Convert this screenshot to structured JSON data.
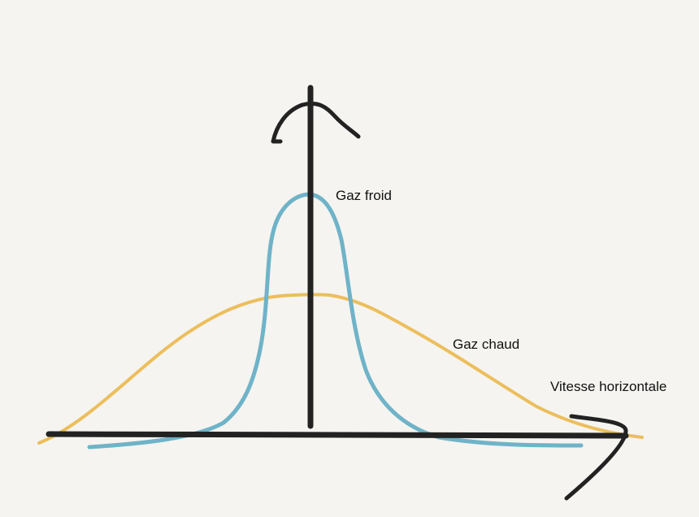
{
  "labels": {
    "cold_gas": "Gaz froid",
    "hot_gas": "Gaz chaud",
    "x_axis": "Vitesse horizontale"
  },
  "colors": {
    "background": "#f5f4f0",
    "axes": "#222222",
    "cold_curve": "#6fb3c8",
    "hot_curve": "#ecbe5c",
    "text": "#111111"
  }
}
